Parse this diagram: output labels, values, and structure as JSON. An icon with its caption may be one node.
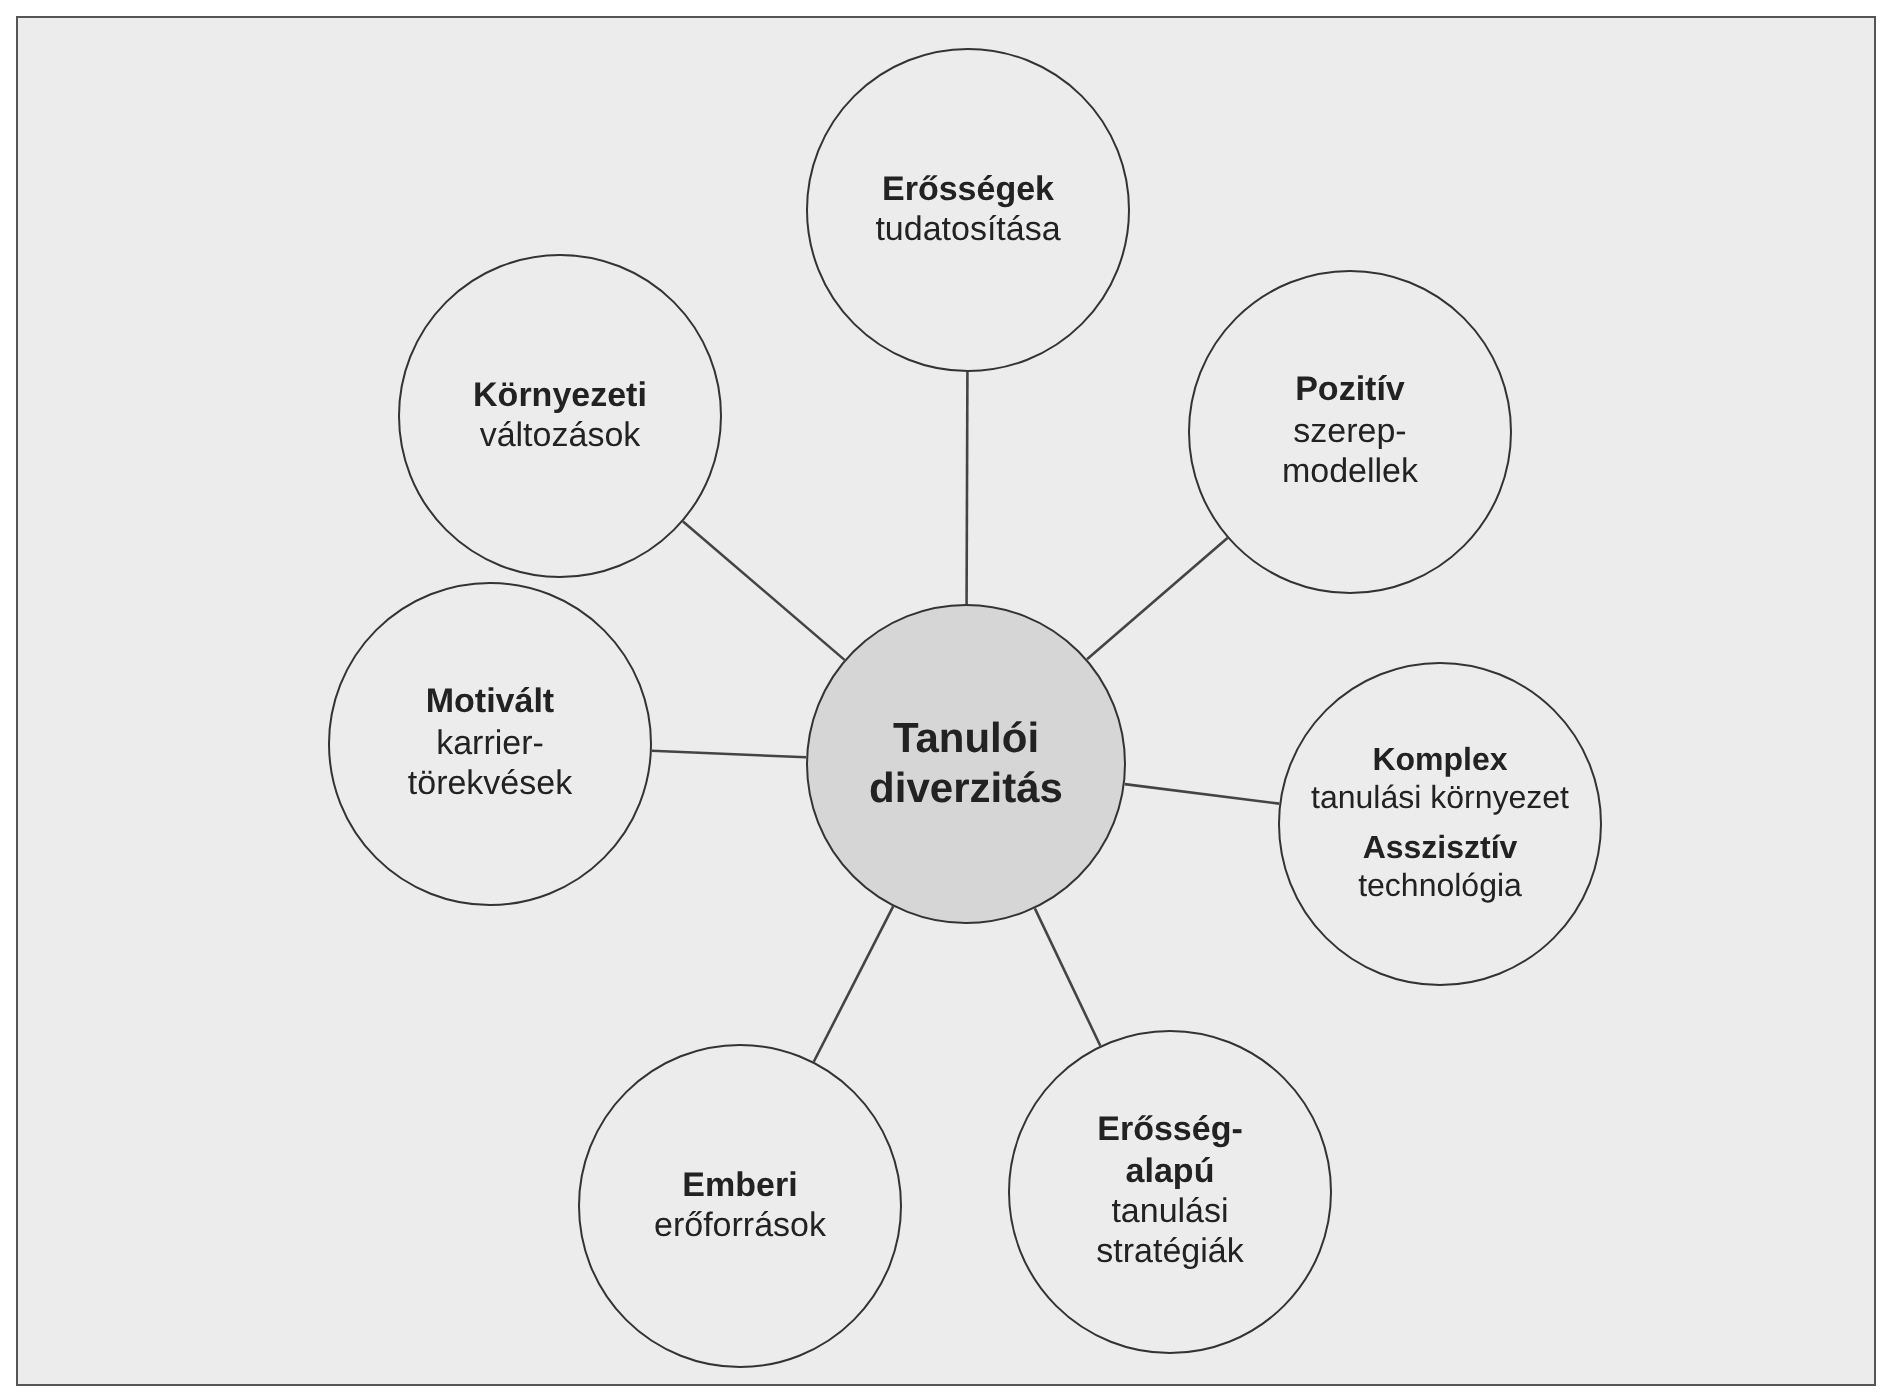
{
  "diagram": {
    "nodes": [
      {
        "text": [
          "Tanulói diverzitás"
        ]
      },
      {
        "text": [
          "Erősségek",
          "tudatosítása"
        ]
      },
      {
        "text": [
          "Környezeti",
          "változások"
        ]
      },
      {
        "text": [
          "Pozitív",
          "szerep-modellek"
        ]
      },
      {
        "text": [
          "Motivált",
          "karrier-törekvések"
        ]
      },
      {
        "text": [
          "Komplex",
          "tanulási környezet",
          "Asszisztív",
          "technológia"
        ]
      },
      {
        "text": [
          "Emberi",
          "erőforrások"
        ]
      },
      {
        "text": [
          "Erősség-alapú",
          "tanulási stratégiák"
        ]
      }
    ],
    "edges": [
      {
        "from": 0,
        "to": 1,
        "arrow": "none"
      },
      {
        "from": 0,
        "to": 2,
        "arrow": "none"
      },
      {
        "from": 0,
        "to": 3,
        "arrow": "none"
      },
      {
        "from": 0,
        "to": 4,
        "arrow": "none"
      },
      {
        "from": 0,
        "to": 5,
        "arrow": "none"
      },
      {
        "from": 0,
        "to": 6,
        "arrow": "none"
      },
      {
        "from": 0,
        "to": 7,
        "arrow": "none"
      }
    ]
  }
}
